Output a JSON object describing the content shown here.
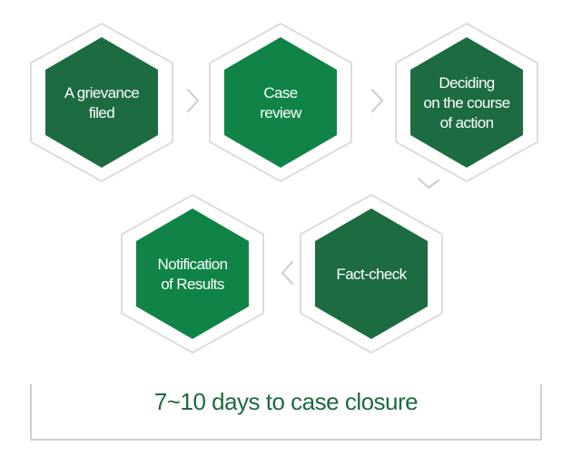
{
  "steps": [
    {
      "lines": [
        "A grievance",
        "filed"
      ],
      "shade": "dark"
    },
    {
      "lines": [
        "Case",
        "review"
      ],
      "shade": "mid"
    },
    {
      "lines": [
        "Deciding",
        "on the course",
        "of action"
      ],
      "shade": "dark"
    },
    {
      "lines": [
        "Fact-check"
      ],
      "shade": "dark"
    },
    {
      "lines": [
        "Notification",
        "of Results"
      ],
      "shade": "mid"
    }
  ],
  "timeline": {
    "label": "7~10 days to case closure"
  },
  "colors": {
    "dark_green": "#1d6b40",
    "mid_green": "#0f8446",
    "outline_gray": "#dcdcdc",
    "arrow_gray": "#cccccc"
  }
}
